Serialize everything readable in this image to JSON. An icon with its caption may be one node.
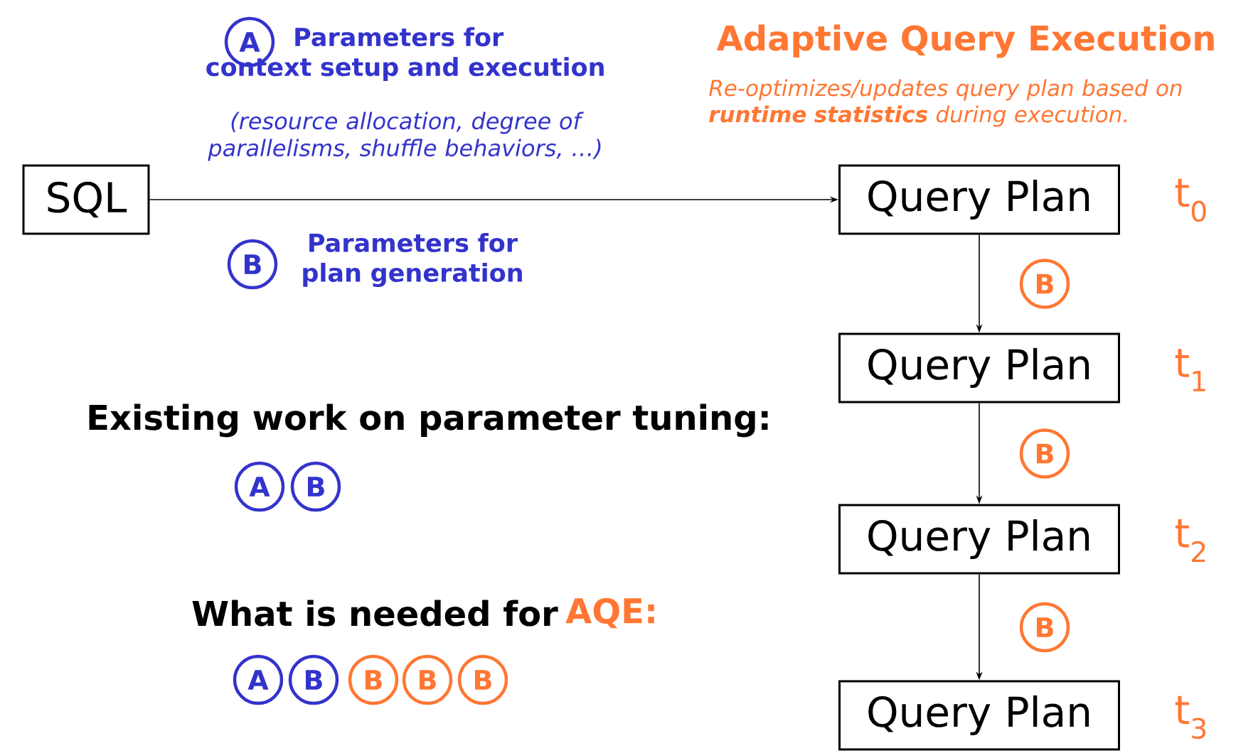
{
  "diagram": {
    "title": "Adaptive Query Execution",
    "nodes": [
      {
        "text": [
          "SQL"
        ]
      },
      {
        "text": [
          "Query Plan"
        ],
        "beside": [
          "t$_{0}$"
        ]
      },
      {
        "text": [
          "Query Plan"
        ],
        "beside": [
          "t$_{1}$"
        ]
      },
      {
        "text": [
          "Query Plan"
        ],
        "beside": [
          "t$_{2}$"
        ]
      },
      {
        "text": [
          "Query Plan"
        ],
        "beside": [
          "t$_{3}$"
        ]
      }
    ],
    "edges": [
      {
        "from": 0,
        "to": 1,
        "arrow": "to"
      },
      {
        "from": 1,
        "to": 2,
        "arrow": "to",
        "label": "B"
      },
      {
        "from": 2,
        "to": 3,
        "arrow": "to",
        "label": "B"
      },
      {
        "from": 3,
        "to": 4,
        "arrow": "to",
        "label": "B"
      }
    ],
    "labels": [
      "Re-optimizes/updates query plan based on **runtime statistics** during execution.",
      "A",
      "Parameters for context setup and execution",
      "(resource allocation, degree of parallelisms, shuffle behaviors, …)",
      "B",
      "Parameters for plan generation",
      "Existing work on parameter tuning:",
      "A",
      "B",
      "What is needed for",
      "AQE:",
      "A",
      "B",
      "B",
      "B",
      "B"
    ]
  }
}
